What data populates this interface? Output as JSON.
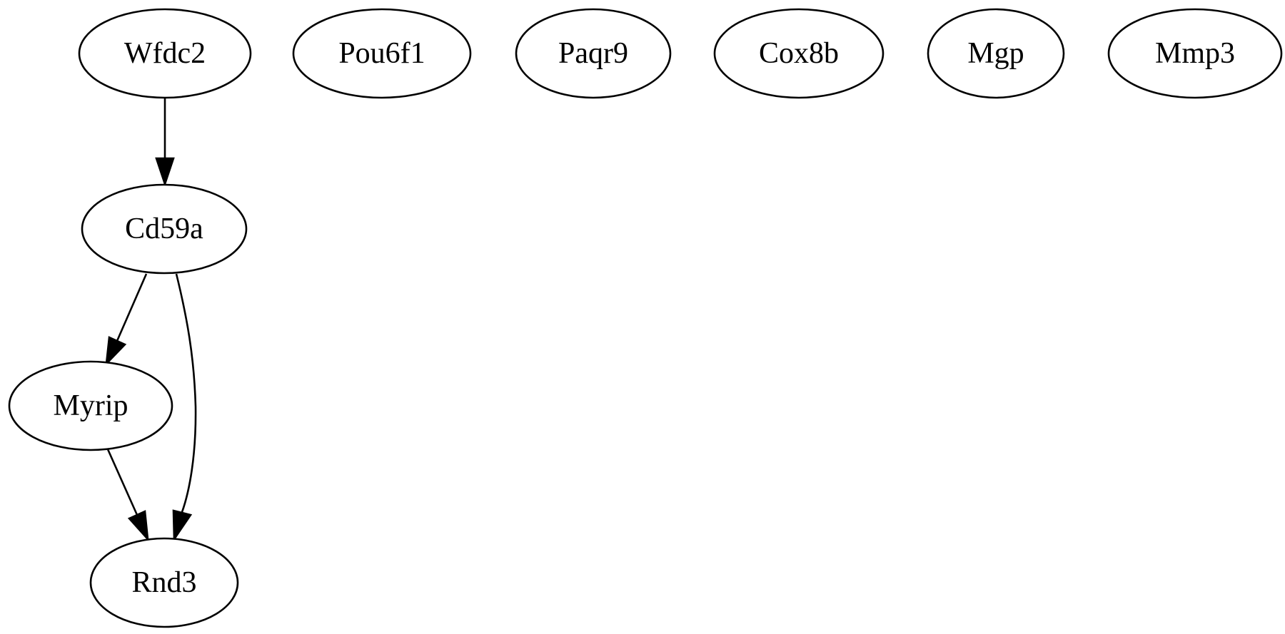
{
  "graph": {
    "nodes": [
      {
        "id": "Wfdc2",
        "label": "Wfdc2"
      },
      {
        "id": "Pou6f1",
        "label": "Pou6f1"
      },
      {
        "id": "Paqr9",
        "label": "Paqr9"
      },
      {
        "id": "Cox8b",
        "label": "Cox8b"
      },
      {
        "id": "Mgp",
        "label": "Mgp"
      },
      {
        "id": "Mmp3",
        "label": "Mmp3"
      },
      {
        "id": "Cd59a",
        "label": "Cd59a"
      },
      {
        "id": "Myrip",
        "label": "Myrip"
      },
      {
        "id": "Rnd3",
        "label": "Rnd3"
      }
    ],
    "edges": [
      {
        "from": "Wfdc2",
        "to": "Cd59a"
      },
      {
        "from": "Cd59a",
        "to": "Myrip"
      },
      {
        "from": "Cd59a",
        "to": "Rnd3"
      },
      {
        "from": "Myrip",
        "to": "Rnd3"
      }
    ]
  }
}
